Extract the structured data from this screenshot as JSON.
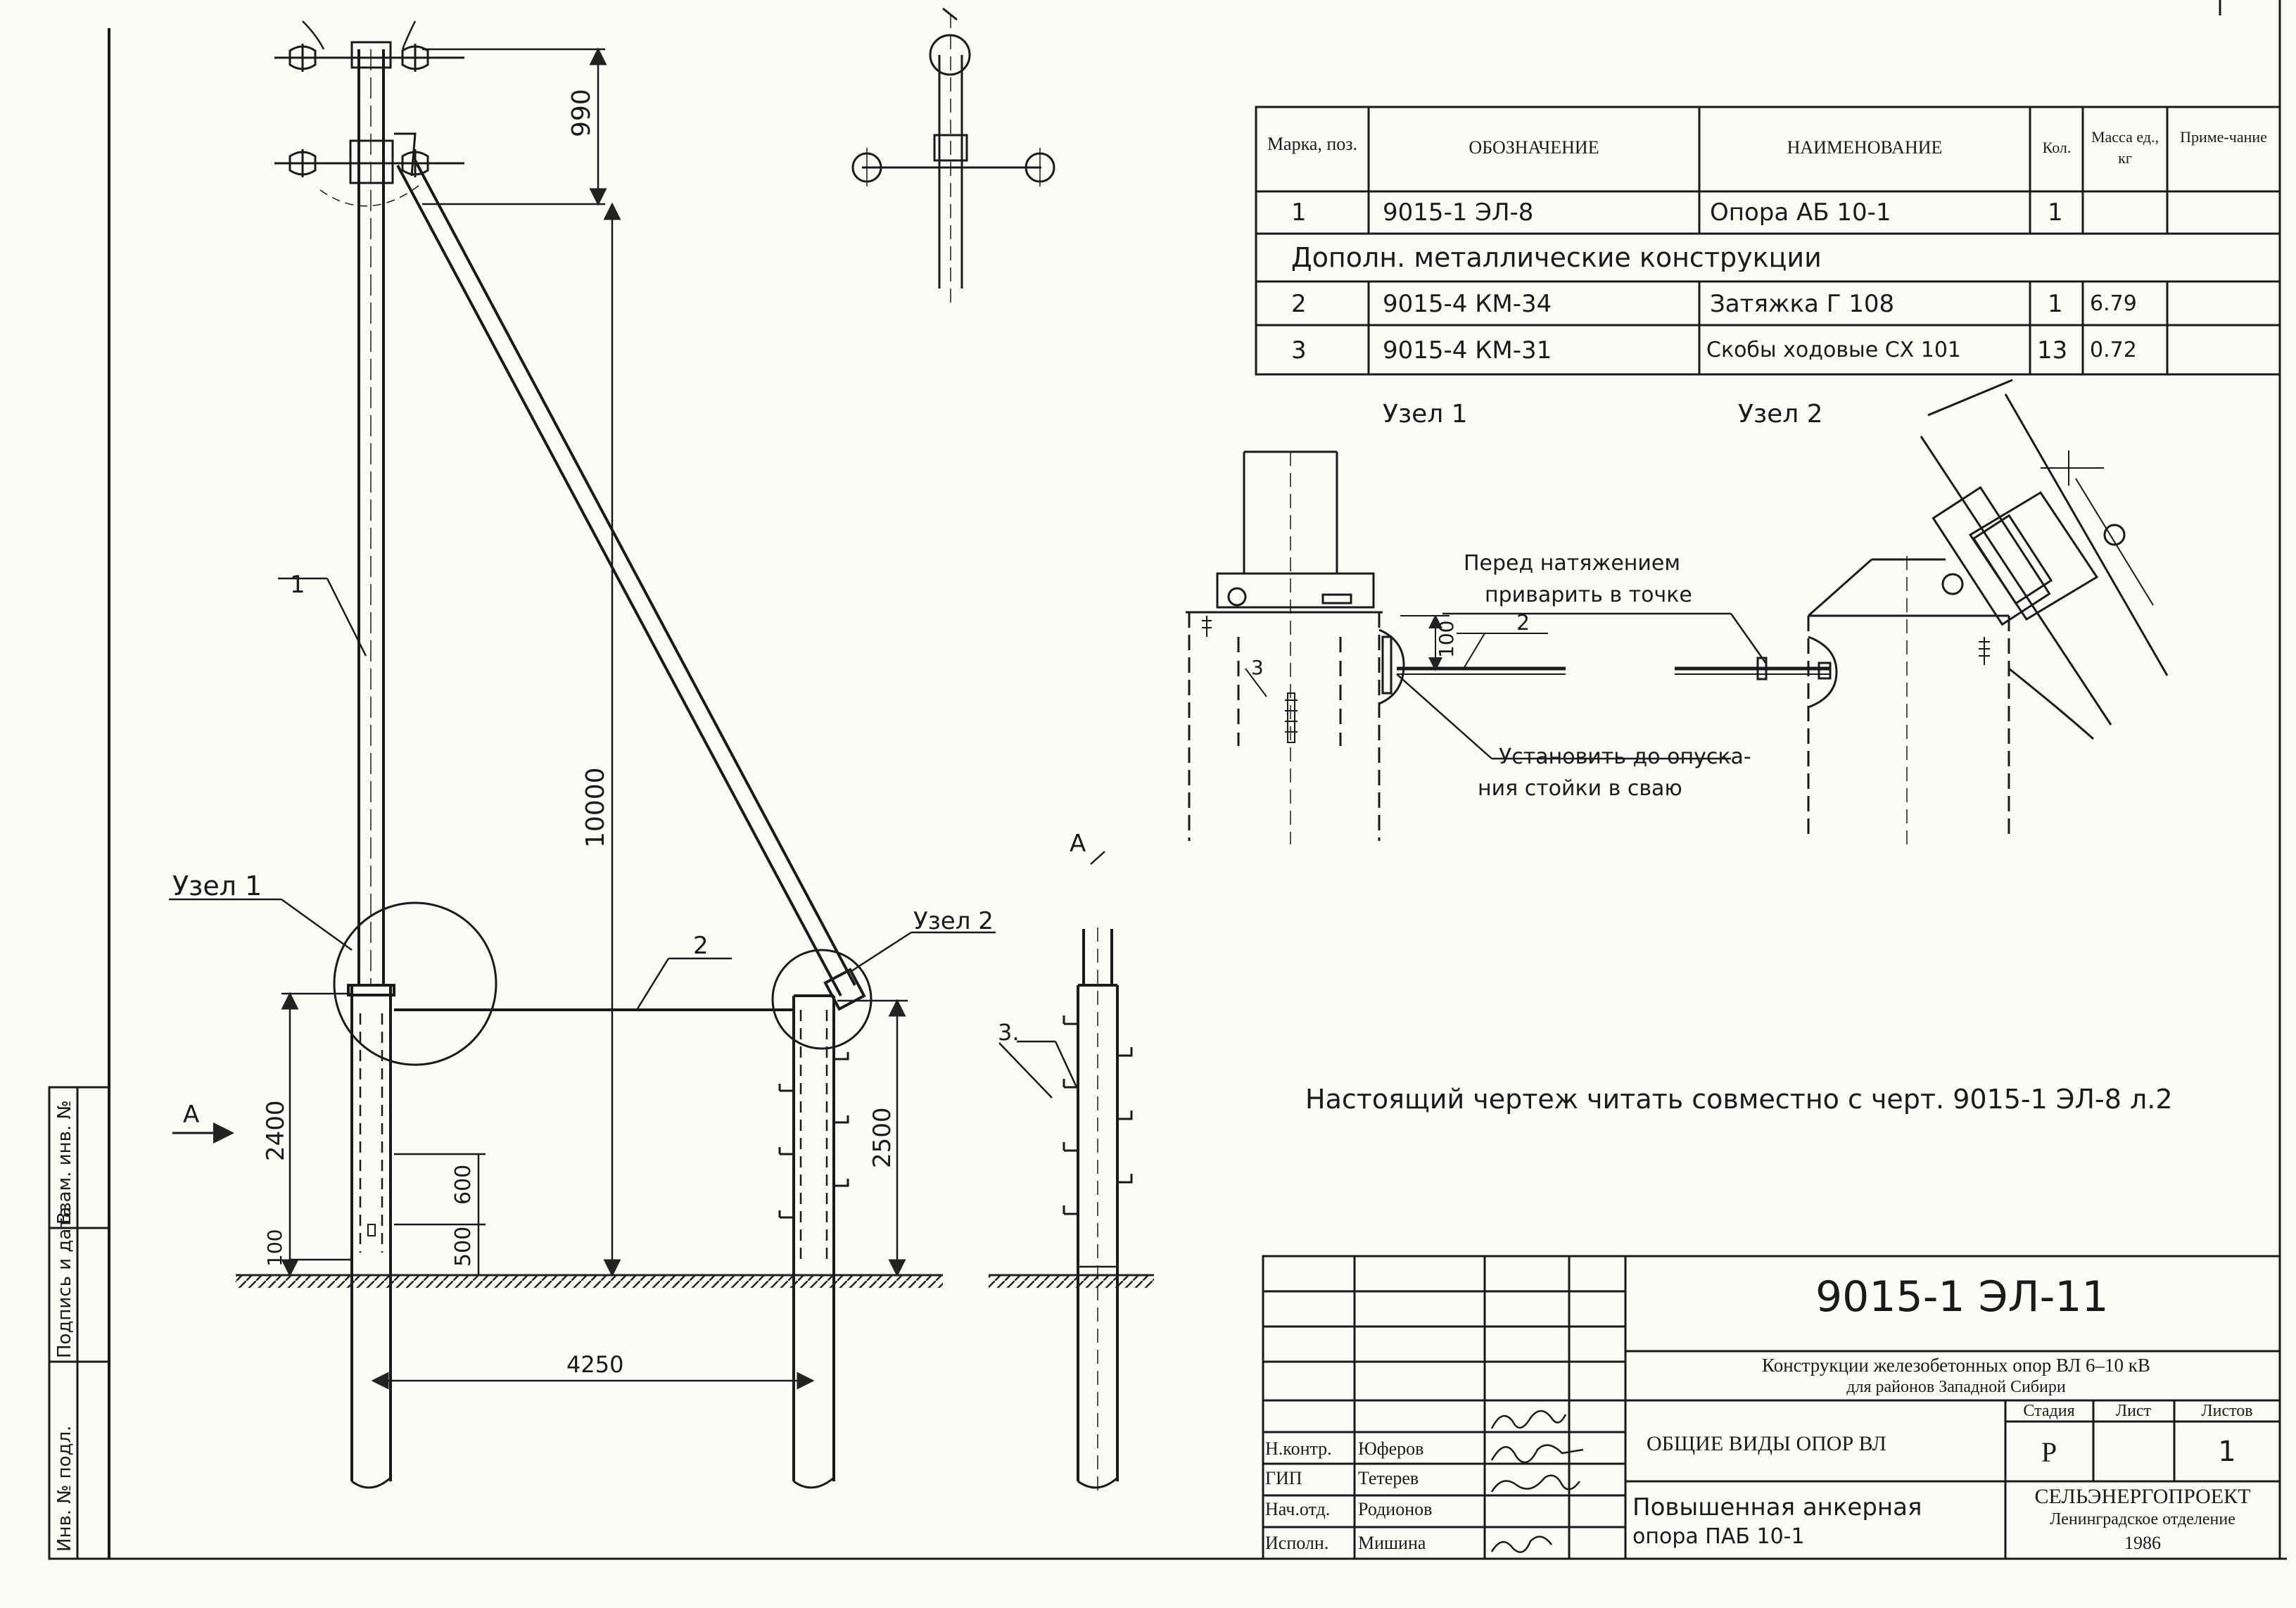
{
  "drawing": {
    "labels": {
      "dim_990": "990",
      "dim_10000": "10000",
      "dim_2400": "2400",
      "dim_2500": "2500",
      "dim_4250": "4250",
      "dim_600": "600",
      "dim_500": "500",
      "dim_100_left": "100",
      "dim_100_node": "100",
      "pos_1": "1",
      "pos_2_main": "2",
      "pos_3_view": "3.",
      "pos_2_node": "2",
      "pos_3_node": "3",
      "node1_callout": "Узел 1",
      "node2_callout": "Узел 2",
      "view_a_left": "А",
      "view_a_right": "А",
      "node1_title": "Узел 1",
      "node2_title": "Узел 2",
      "note_weld_line1": "Перед натяжением",
      "note_weld_line2": "приварить в точке",
      "note_install_line1": "Установить до опуска-",
      "note_install_line2": "ния стойки в сваю",
      "main_note": "Настоящий чертеж читать совместно с черт. 9015-1 ЭЛ-8 л.2"
    }
  },
  "spec_table": {
    "headers": [
      "Марка, поз.",
      "ОБОЗНАЧЕНИЕ",
      "НАИМЕНОВАНИЕ",
      "Кол.",
      "Масса ед., кг",
      "Приме-чание"
    ],
    "rows": [
      {
        "mark": "1",
        "designation": "9015-1 ЭЛ-8",
        "name": "Опора АБ 10-1",
        "qty": "1",
        "mass": "",
        "note": ""
      },
      {
        "mark": "2",
        "designation": "9015-4 КМ-34",
        "name": "Затяжка Г 108",
        "qty": "1",
        "mass": "6.79",
        "note": ""
      },
      {
        "mark": "3",
        "designation": "9015-4 КМ-31",
        "name": "Скобы ходовые СХ 101",
        "qty": "13",
        "mass": "0.72",
        "note": ""
      }
    ],
    "section_label": "Дополн. металлические конструкции"
  },
  "title_block": {
    "code": "9015-1 ЭЛ-11",
    "project_line1": "Конструкции железобетонных опор ВЛ 6–10 кВ",
    "project_line2": "для районов Западной Сибири",
    "sheet_title": "ОБЩИЕ ВИДЫ ОПОР ВЛ",
    "drawing_name_line1": "Повышенная анкерная",
    "drawing_name_line2": "опора ПАБ 10-1",
    "stage_label": "Стадия",
    "sheet_label": "Лист",
    "sheets_label": "Листов",
    "stage_value": "Р",
    "sheet_value": "",
    "sheets_value": "1",
    "org_line1": "СЕЛЬЭНЕРГОПРОЕКТ",
    "org_line2": "Ленинградское отделение",
    "org_year": "1986",
    "signers": [
      {
        "role": "Н.контр.",
        "name": "Юферов"
      },
      {
        "role": "ГИП",
        "name": "Тетерев"
      },
      {
        "role": "Нач.отд.",
        "name": "Родионов"
      },
      {
        "role": "Исполн.",
        "name": "Мишина"
      }
    ]
  },
  "side_stamp": {
    "inv_orig": "Инв. № подл.",
    "sign_date": "Подпись и дата",
    "replace_inv": "Взам. инв. №"
  }
}
